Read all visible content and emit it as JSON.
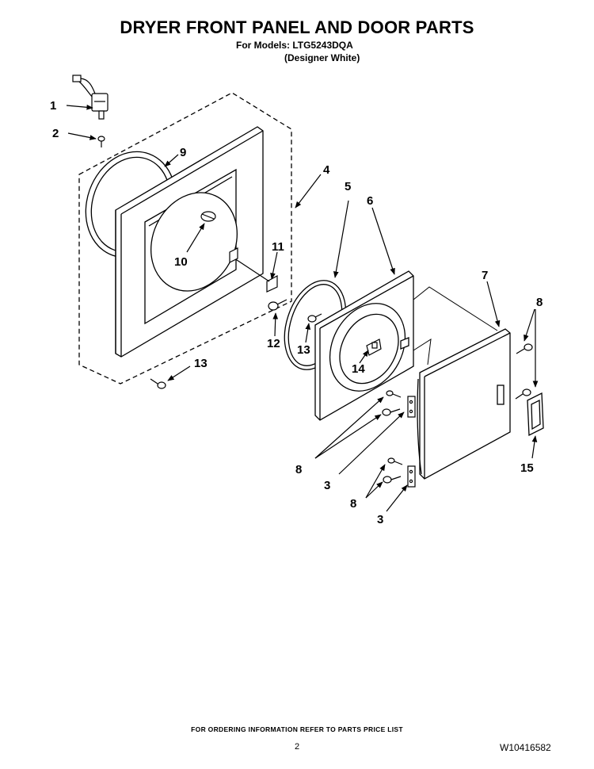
{
  "page": {
    "title": "DRYER FRONT PANEL AND DOOR PARTS",
    "models_line": "For Models: LTG5243DQA",
    "color_line": "(Designer White)",
    "footer_note": "FOR ORDERING INFORMATION REFER TO PARTS PRICE LIST",
    "page_number": "2",
    "doc_number": "W10416582"
  },
  "callouts": {
    "c1": "1",
    "c2": "2",
    "c3a": "3",
    "c3b": "3",
    "c4": "4",
    "c5": "5",
    "c6": "6",
    "c7": "7",
    "c8a": "8",
    "c8b": "8",
    "c8c": "8",
    "c9": "9",
    "c10": "10",
    "c11": "11",
    "c12": "12",
    "c13a": "13",
    "c13b": "13",
    "c14": "14",
    "c15": "15"
  }
}
